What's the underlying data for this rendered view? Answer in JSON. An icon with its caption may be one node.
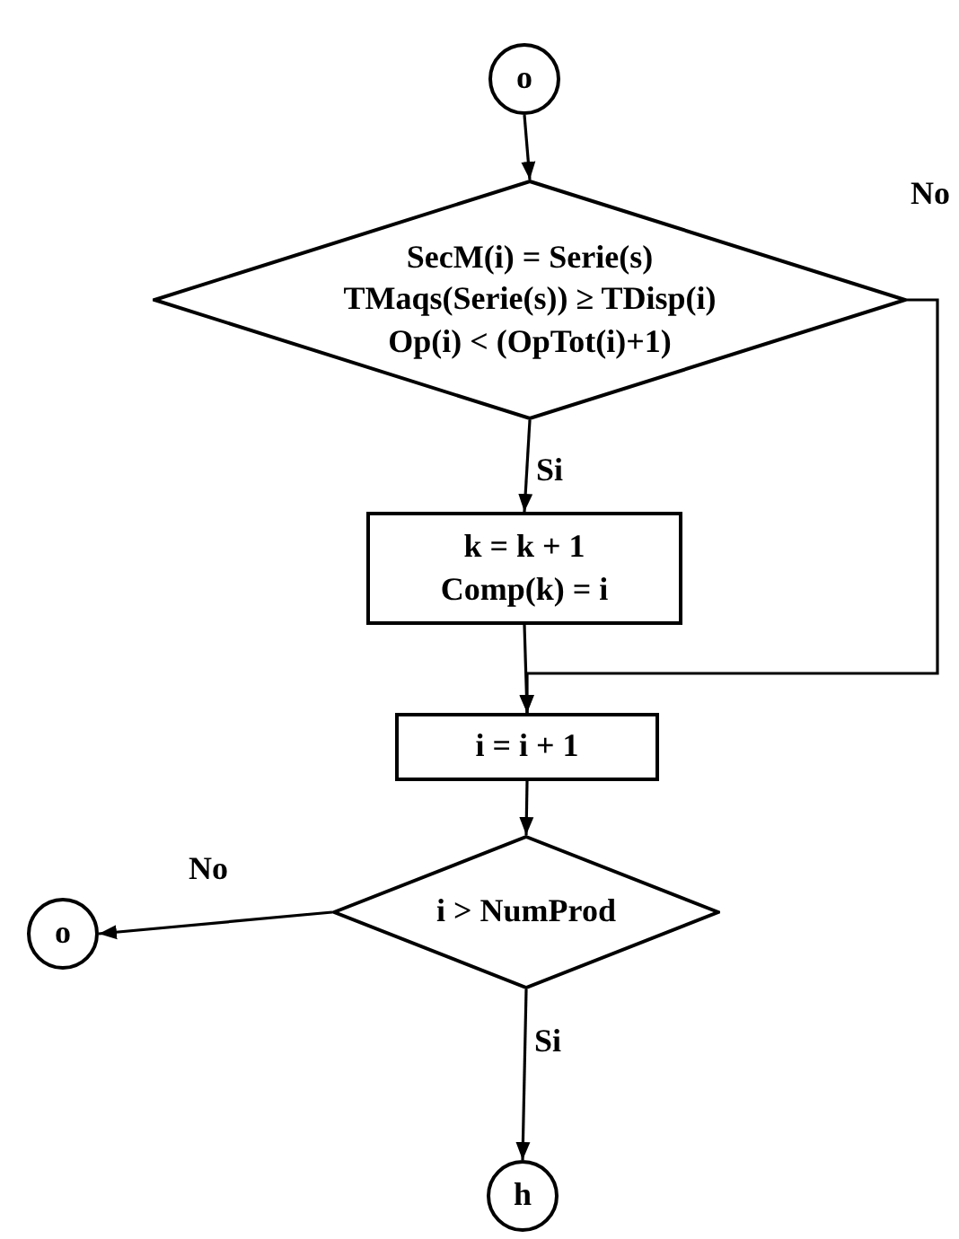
{
  "diagram": {
    "nodes": [
      {
        "text": [
          "o"
        ]
      },
      {
        "text": [
          "SecM(i) = Serie(s)",
          "TMaqs(Serie(s)) ≥ TDisp(i)",
          "Op(i) < (OpTot(i)+1)"
        ]
      },
      {
        "text": [
          "k = k + 1",
          "Comp(k) = i"
        ]
      },
      {
        "text": [
          "i = i + 1"
        ]
      },
      {
        "text": [
          "i > NumProd"
        ]
      },
      {
        "text": [
          "o"
        ]
      },
      {
        "text": [
          "h"
        ]
      }
    ],
    "edges": [
      {
        "from": 0,
        "to": 1,
        "arrow": "to"
      },
      {
        "from": 1,
        "to": 2,
        "arrow": "to",
        "label": "Si"
      },
      {
        "from": 1,
        "to": 3,
        "arrow": "to",
        "label": "No"
      },
      {
        "from": 2,
        "to": 3,
        "arrow": "to"
      },
      {
        "from": 3,
        "to": 4,
        "arrow": "to"
      },
      {
        "from": 4,
        "to": 5,
        "arrow": "to",
        "label": "No"
      },
      {
        "from": 4,
        "to": 6,
        "arrow": "to",
        "label": "Si"
      }
    ]
  }
}
